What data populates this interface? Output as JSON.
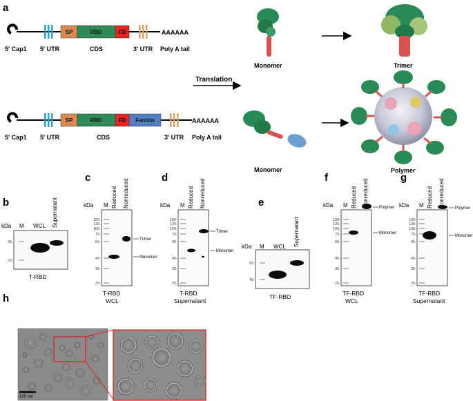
{
  "panels": {
    "a": "a",
    "b": "b",
    "c": "c",
    "d": "d",
    "e": "e",
    "f": "f",
    "g": "g",
    "h": "h"
  },
  "constructs": {
    "cap": "5' Cap1",
    "utr5": "5' UTR",
    "sp": "SP",
    "rbd": "RBD",
    "fd": "FD",
    "ferritin": "Ferritin",
    "cds": "CDS",
    "utr3": "3' UTR",
    "polya_seq": "AAAAAA",
    "polya_label": "Poly A tail",
    "translation": "Translation",
    "monomer": "Monomer",
    "trimer": "Trimer",
    "polymer": "Polymer",
    "colors": {
      "sp": "#d98a4e",
      "rbd": "#2e8b57",
      "fd": "#e8231f",
      "ferritin": "#4f7fbf",
      "utr5": "#29a3c9",
      "utr3": "#d9a06b"
    }
  },
  "blots": {
    "kda": "kDa",
    "m": "M",
    "reduced": "Reduced",
    "nonreduced": "Nonreduced",
    "wcl": "WCL",
    "supernatant": "Supernatant",
    "trimer": "Trimer",
    "monomer": "Monomer",
    "polymer": "Polymer",
    "b": {
      "caption": "T-RBD",
      "ticks": [
        "35-",
        "25-"
      ]
    },
    "c": {
      "caption1": "T-RBD",
      "caption2": "WCL",
      "ticks": [
        "180-",
        "135-",
        "100-",
        "75-",
        "65-",
        "45-",
        "35-",
        "25-"
      ]
    },
    "d": {
      "caption1": "T-RBD",
      "caption2": "Supernatant",
      "ticks": [
        "180-",
        "135-",
        "100-",
        "75-",
        "65-",
        "45-",
        "35-",
        "25-"
      ]
    },
    "e": {
      "caption": "TF-RBD",
      "ticks": [
        "65-",
        "45-"
      ]
    },
    "f": {
      "caption1": "TF-RBD",
      "caption2": "WCL",
      "ticks": [
        "180-",
        "135-",
        "100-",
        "75-",
        "65-",
        "45-",
        "35-",
        "25-"
      ]
    },
    "g": {
      "caption1": "TF-RBD",
      "caption2": "Supernatant",
      "ticks": [
        "180-",
        "135-",
        "100-",
        "75-",
        "65-",
        "45-",
        "35-",
        "25-"
      ]
    }
  },
  "em": {
    "scale_bar": "100 nm"
  }
}
